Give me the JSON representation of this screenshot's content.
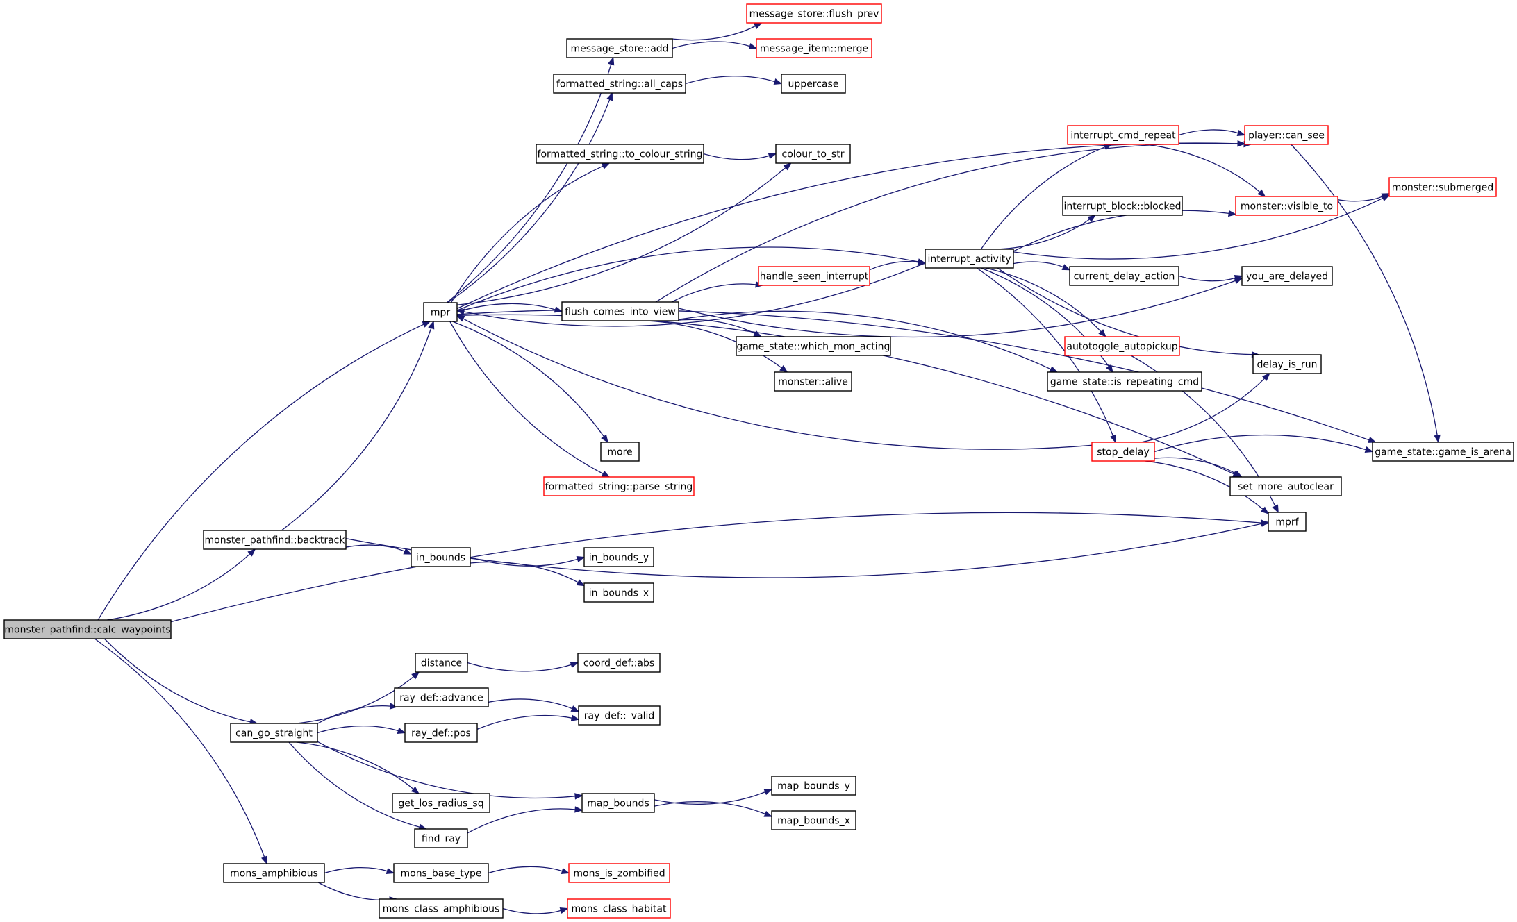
{
  "graph": {
    "kind": "call-graph",
    "root": "n_calc",
    "colors": {
      "edge": "#191970",
      "node_border": "#000000",
      "undocumented_border": "#ff0000",
      "root_fill": "#bfbfbf"
    },
    "nodes": [
      {
        "id": "n_calc",
        "label": "monster_pathfind::calc_waypoints",
        "style": "root"
      },
      {
        "id": "n_backtrack",
        "label": "monster_pathfind::backtrack"
      },
      {
        "id": "n_mpr",
        "label": "mpr"
      },
      {
        "id": "n_msgadd",
        "label": "message_store::add"
      },
      {
        "id": "n_flushprev",
        "label": "message_store::flush_prev",
        "style": "red"
      },
      {
        "id": "n_merge",
        "label": "message_item::merge",
        "style": "red"
      },
      {
        "id": "n_allcaps",
        "label": "formatted_string::all_caps"
      },
      {
        "id": "n_uppercase",
        "label": "uppercase"
      },
      {
        "id": "n_tocolour",
        "label": "formatted_string::to_colour_string"
      },
      {
        "id": "n_colourtostr",
        "label": "colour_to_str"
      },
      {
        "id": "n_interruptcmd",
        "label": "interrupt_cmd_repeat",
        "style": "red"
      },
      {
        "id": "n_cansee",
        "label": "player::can_see",
        "style": "red"
      },
      {
        "id": "n_submerged",
        "label": "monster::submerged",
        "style": "red"
      },
      {
        "id": "n_visibleto",
        "label": "monster::visible_to",
        "style": "red"
      },
      {
        "id": "n_blocked",
        "label": "interrupt_block::blocked"
      },
      {
        "id": "n_interruptact",
        "label": "interrupt_activity"
      },
      {
        "id": "n_handleseen",
        "label": "handle_seen_interrupt",
        "style": "red"
      },
      {
        "id": "n_curdelay",
        "label": "current_delay_action"
      },
      {
        "id": "n_delayed",
        "label": "you_are_delayed"
      },
      {
        "id": "n_flushcomes",
        "label": "flush_comes_into_view"
      },
      {
        "id": "n_whichmon",
        "label": "game_state::which_mon_acting"
      },
      {
        "id": "n_autotoggle",
        "label": "autotoggle_autopickup",
        "style": "red"
      },
      {
        "id": "n_delayisrun",
        "label": "delay_is_run"
      },
      {
        "id": "n_alive",
        "label": "monster::alive"
      },
      {
        "id": "n_isrepeating",
        "label": "game_state::is_repeating_cmd"
      },
      {
        "id": "n_stopdelay",
        "label": "stop_delay",
        "style": "red"
      },
      {
        "id": "n_gameisarena",
        "label": "game_state::game_is_arena"
      },
      {
        "id": "n_more",
        "label": "more"
      },
      {
        "id": "n_parsestring",
        "label": "formatted_string::parse_string",
        "style": "red"
      },
      {
        "id": "n_setmore",
        "label": "set_more_autoclear"
      },
      {
        "id": "n_mprf",
        "label": "mprf"
      },
      {
        "id": "n_inbounds",
        "label": "in_bounds"
      },
      {
        "id": "n_inboundsy",
        "label": "in_bounds_y"
      },
      {
        "id": "n_inboundsx",
        "label": "in_bounds_x"
      },
      {
        "id": "n_distance",
        "label": "distance"
      },
      {
        "id": "n_abs",
        "label": "coord_def::abs"
      },
      {
        "id": "n_advance",
        "label": "ray_def::advance"
      },
      {
        "id": "n_valid",
        "label": "ray_def::_valid"
      },
      {
        "id": "n_cango",
        "label": "can_go_straight"
      },
      {
        "id": "n_pos",
        "label": "ray_def::pos"
      },
      {
        "id": "n_losradius",
        "label": "get_los_radius_sq"
      },
      {
        "id": "n_mapbounds",
        "label": "map_bounds"
      },
      {
        "id": "n_mapboundsy",
        "label": "map_bounds_y"
      },
      {
        "id": "n_mapboundsx",
        "label": "map_bounds_x"
      },
      {
        "id": "n_findray",
        "label": "find_ray"
      },
      {
        "id": "n_amphibious",
        "label": "mons_amphibious"
      },
      {
        "id": "n_basetype",
        "label": "mons_base_type"
      },
      {
        "id": "n_zombified",
        "label": "mons_is_zombified",
        "style": "red"
      },
      {
        "id": "n_classamph",
        "label": "mons_class_amphibious"
      },
      {
        "id": "n_classhabitat",
        "label": "mons_class_habitat",
        "style": "red"
      }
    ],
    "edges": [
      [
        "n_calc",
        "n_mpr"
      ],
      [
        "n_calc",
        "n_backtrack"
      ],
      [
        "n_calc",
        "n_mprf"
      ],
      [
        "n_calc",
        "n_cango"
      ],
      [
        "n_calc",
        "n_amphibious"
      ],
      [
        "n_backtrack",
        "n_mpr"
      ],
      [
        "n_backtrack",
        "n_mprf"
      ],
      [
        "n_backtrack",
        "n_inbounds"
      ],
      [
        "n_mpr",
        "n_msgadd"
      ],
      [
        "n_mpr",
        "n_allcaps"
      ],
      [
        "n_mpr",
        "n_tocolour"
      ],
      [
        "n_mpr",
        "n_colourtostr"
      ],
      [
        "n_mpr",
        "n_cansee"
      ],
      [
        "n_mpr",
        "n_interruptact"
      ],
      [
        "n_mpr",
        "n_flushcomes"
      ],
      [
        "n_mpr",
        "n_more"
      ],
      [
        "n_mpr",
        "n_parsestring"
      ],
      [
        "n_mpr",
        "n_setmore"
      ],
      [
        "n_mpr",
        "n_gameisarena"
      ],
      [
        "n_msgadd",
        "n_flushprev"
      ],
      [
        "n_msgadd",
        "n_merge"
      ],
      [
        "n_allcaps",
        "n_uppercase"
      ],
      [
        "n_tocolour",
        "n_colourtostr"
      ],
      [
        "n_interruptcmd",
        "n_cansee"
      ],
      [
        "n_interruptcmd",
        "n_visibleto"
      ],
      [
        "n_cansee",
        "n_gameisarena"
      ],
      [
        "n_visibleto",
        "n_submerged"
      ],
      [
        "n_interruptact",
        "n_mpr"
      ],
      [
        "n_interruptact",
        "n_interruptcmd"
      ],
      [
        "n_interruptact",
        "n_submerged"
      ],
      [
        "n_interruptact",
        "n_blocked"
      ],
      [
        "n_interruptact",
        "n_visibleto"
      ],
      [
        "n_interruptact",
        "n_curdelay"
      ],
      [
        "n_interruptact",
        "n_autotoggle"
      ],
      [
        "n_interruptact",
        "n_delayisrun"
      ],
      [
        "n_interruptact",
        "n_isrepeating"
      ],
      [
        "n_interruptact",
        "n_stopdelay"
      ],
      [
        "n_handleseen",
        "n_interruptact"
      ],
      [
        "n_curdelay",
        "n_delayed"
      ],
      [
        "n_flushcomes",
        "n_cansee"
      ],
      [
        "n_flushcomes",
        "n_handleseen"
      ],
      [
        "n_flushcomes",
        "n_whichmon"
      ],
      [
        "n_flushcomes",
        "n_alive"
      ],
      [
        "n_flushcomes",
        "n_isrepeating"
      ],
      [
        "n_flushcomes",
        "n_delayed"
      ],
      [
        "n_autotoggle",
        "n_mprf"
      ],
      [
        "n_stopdelay",
        "n_mpr"
      ],
      [
        "n_stopdelay",
        "n_delayisrun"
      ],
      [
        "n_stopdelay",
        "n_gameisarena"
      ],
      [
        "n_stopdelay",
        "n_setmore"
      ],
      [
        "n_stopdelay",
        "n_mprf"
      ],
      [
        "n_inbounds",
        "n_inboundsy"
      ],
      [
        "n_inbounds",
        "n_inboundsx"
      ],
      [
        "n_distance",
        "n_abs"
      ],
      [
        "n_advance",
        "n_valid"
      ],
      [
        "n_pos",
        "n_valid"
      ],
      [
        "n_cango",
        "n_distance"
      ],
      [
        "n_cango",
        "n_advance"
      ],
      [
        "n_cango",
        "n_pos"
      ],
      [
        "n_cango",
        "n_losradius"
      ],
      [
        "n_cango",
        "n_mapbounds"
      ],
      [
        "n_cango",
        "n_findray"
      ],
      [
        "n_mapbounds",
        "n_mapboundsy"
      ],
      [
        "n_mapbounds",
        "n_mapboundsx"
      ],
      [
        "n_findray",
        "n_mapbounds"
      ],
      [
        "n_amphibious",
        "n_basetype"
      ],
      [
        "n_amphibious",
        "n_classamph"
      ],
      [
        "n_basetype",
        "n_zombified"
      ],
      [
        "n_classamph",
        "n_classhabitat"
      ]
    ]
  }
}
